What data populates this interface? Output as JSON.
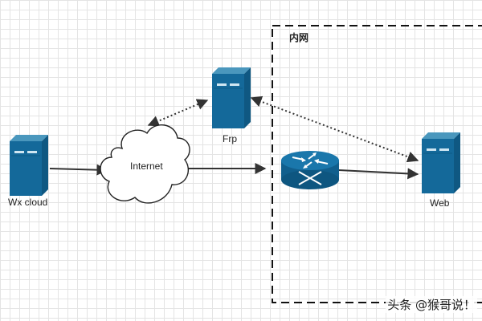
{
  "zone": {
    "label": "内网"
  },
  "nodes": {
    "wx_cloud": {
      "label": "Wx cloud",
      "icon": "server-icon"
    },
    "internet": {
      "label": "Internet",
      "icon": "cloud-icon"
    },
    "frp": {
      "label": "Frp",
      "icon": "server-icon"
    },
    "router": {
      "label": "",
      "icon": "router-icon"
    },
    "web": {
      "label": "Web",
      "icon": "server-icon"
    }
  },
  "watermark": "头条 @猴哥说！",
  "colors": {
    "server_top": "#3f8fb5",
    "server_body": "#14699a",
    "router": "#1a6ea0",
    "connector": "#333333"
  }
}
